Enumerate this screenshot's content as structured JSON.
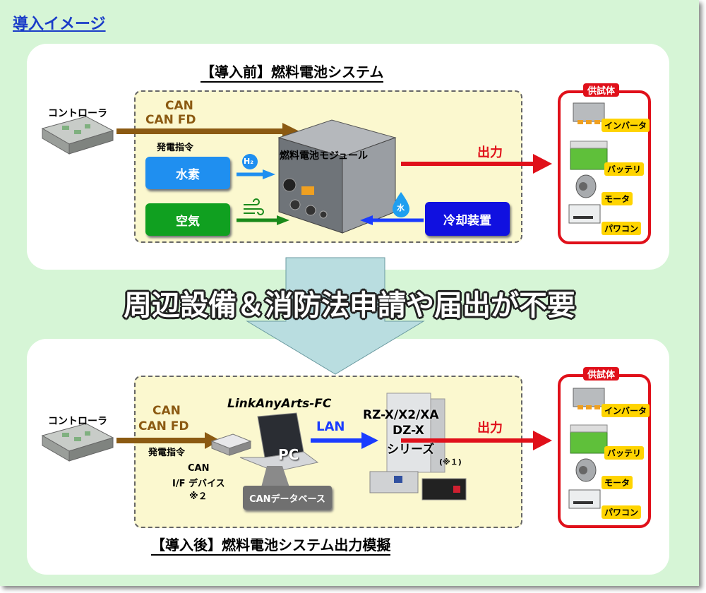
{
  "page_title": "導入イメージ",
  "top": {
    "heading": "【導入前】燃料電池システム",
    "controller": "コントローラ",
    "can_line1": "CAN",
    "can_line2": "CAN FD",
    "power_command": "発電指令",
    "hydrogen": "水素",
    "h2_badge": "H₂",
    "air": "空気",
    "module": "燃料電池モジュール",
    "output": "出力",
    "water_badge": "水",
    "cooling": "冷却装置"
  },
  "banner": "周辺設備＆消防法申請や届出が不要",
  "dut": {
    "title": "供試体",
    "items": [
      "インバータ",
      "バッテリ",
      "モータ",
      "パワコン"
    ]
  },
  "bottom": {
    "heading": "【導入後】燃料電池システム出力模擬",
    "controller": "コントローラ",
    "can_line1": "CAN",
    "can_line2": "CAN FD",
    "power_command": "発電指令",
    "can_if_line1": "CAN",
    "can_if_line2": "I/F デバイス",
    "can_if_line3": "※２",
    "software": "LinkAnyArts-FC",
    "pc": "PC",
    "lan": "LAN",
    "series_line1": "RZ-X/X2/XA",
    "series_line2": "DZ-X",
    "series_line3": "シリーズ",
    "series_note": "(※１)",
    "can_database": "CANデータベース",
    "output": "出力"
  },
  "colors": {
    "background": "#d6f5d6",
    "panel": "#ffffff",
    "inner": "#fbf8cf",
    "accent_red": "#e0101a",
    "arrow_brown": "#8b5a12",
    "arrow_blue": "#1a3cff",
    "arrow_green": "#1a8a1a",
    "hydrogen_box": "#1f8ff0",
    "air_box": "#10a020",
    "cooling_box": "#1010e0"
  }
}
